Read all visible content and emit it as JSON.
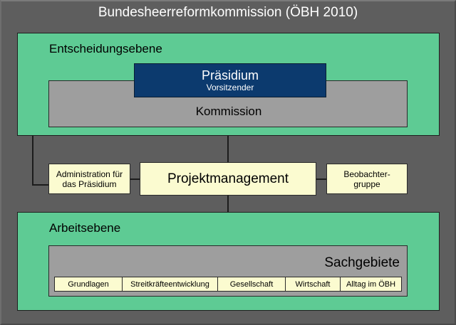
{
  "diagram": {
    "title": "Bundesheerreformkommission (ÖBH 2010)",
    "type": "organizational-chart",
    "colors": {
      "background": "#5e5e5e",
      "level_panel": "#5ecb94",
      "inner_box": "#9e9e9e",
      "presidium": "#0c3a6e",
      "accent_box": "#fbfbd0",
      "line": "#1c1c1c",
      "title_text": "#ffffff"
    },
    "levels": [
      {
        "name": "decision-level",
        "label": "Entscheidungsebene",
        "inner_box_label": "Kommission",
        "highlight_box": {
          "label": "Präsidium",
          "sublabel": "Vorsitzender"
        }
      },
      {
        "name": "work-level",
        "label": "Arbeitsebene",
        "inner_box_label": "Sachgebiete",
        "units": [
          {
            "label": "Grundlagen"
          },
          {
            "label": "Streitkräfteentwicklung"
          },
          {
            "label": "Gesellschaft"
          },
          {
            "label": "Wirtschaft"
          },
          {
            "label": "Alltag im ÖBH"
          }
        ]
      }
    ],
    "middle_row": [
      {
        "name": "administration",
        "label": "Administration für das Präsidium",
        "line1": "Administration für",
        "line2": "das Präsidium"
      },
      {
        "name": "project-management",
        "label": "Projektmanagement"
      },
      {
        "name": "observer-group",
        "label": "Beobachtergruppe",
        "line1": "Beobachter-",
        "line2": "gruppe"
      }
    ]
  }
}
